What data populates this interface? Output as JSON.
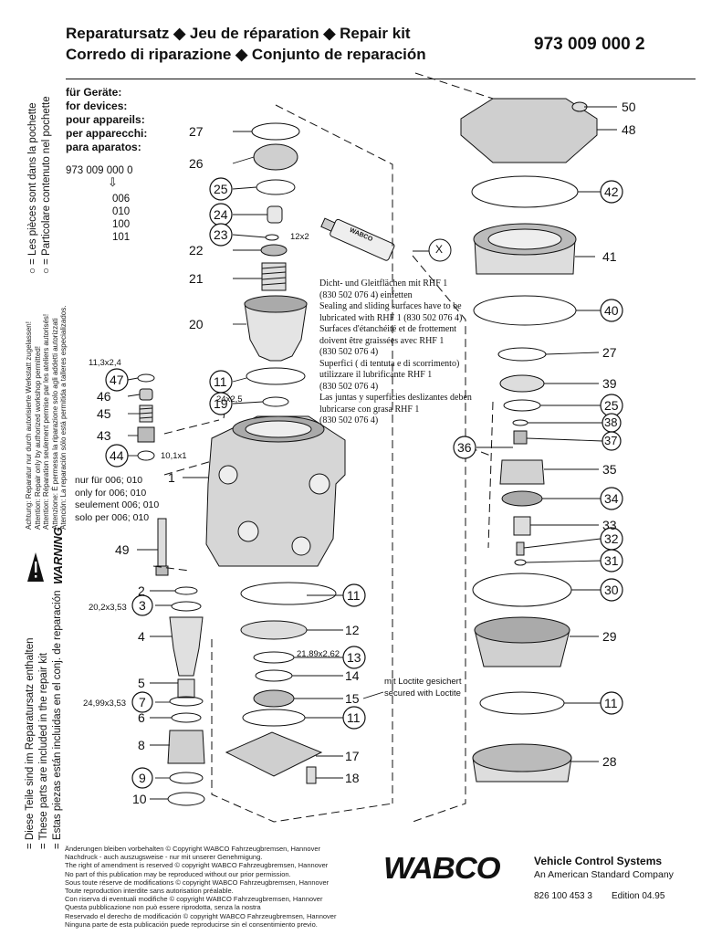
{
  "header": {
    "title_line1": "Reparatursatz ◆ Jeu de réparation ◆ Repair kit",
    "title_line2": "Corredo di riparazione ◆ Conjunto de reparación",
    "part_number": "973 009 000 2"
  },
  "devices": {
    "heading": [
      "für Geräte:",
      "for devices:",
      "pour appareils:",
      "per apparecchi:",
      "para aparatos:"
    ],
    "base": "973 009 000 0",
    "arrow": "⇩",
    "variants": [
      "006",
      "010",
      "100",
      "101"
    ]
  },
  "side_notes": {
    "circle_note": [
      "○ = Les pièces sont dans la pochette",
      "○ = Particolare contenuto nel pochette"
    ],
    "authorized": [
      "Achtung: Reparatur nur durch autorisierte Werkstatt zugelassen!",
      "Attention: Repair only by authorized workshop permitted!",
      "Attention: Réparation seulement permise par les ateliers autorisés!",
      "Attenzione: È permessa la riparazione solo agli addetti autorizzati",
      "Atención: La reparación sólo está permitida a talleres especializados."
    ],
    "warning": "WARNING",
    "included": [
      "= Diese Teile sind im Reparatursatz enthalten",
      "= These parts are included in the repair kit",
      "= Estas piezas están incluidas en el conj. de reparación"
    ]
  },
  "annotations": {
    "kit_note": [
      "Dicht- und Gleitflächen mit  RHF 1",
      "(830 502 076 4) einfetten",
      "Sealing and sliding surfaces have to be",
      "lubricated  with RHF 1  (830 502 076 4)",
      "Surfaces d'étanchéité et de frottement",
      "doivent être graissées avec RHF 1",
      "(830 502 076 4)",
      "Superfici ( di tentuta e di scorrimento)",
      "utilizzare il lubrificante RHF 1",
      "(830 502 076 4)",
      "Las juntas y superficies deslizantes deben",
      "lubricarse con grasa RHF 1",
      "(830 502 076 4)"
    ],
    "only_for": [
      "nur für 006; 010",
      "only for 006; 010",
      "seulement 006; 010",
      "solo per 006; 010"
    ],
    "loctite": [
      "mit Loctite gesichert",
      "secured with Loctite"
    ],
    "tube_brand": "WABCO",
    "x_label": "X",
    "dim_12x2": "12x2",
    "dim_11_3": "11,3x2,4",
    "dim_24": "24x2,5",
    "dim_10_1": "10,1x1",
    "dim_20_2": "20,2x3,53",
    "dim_21_89": "21,89x2,62",
    "dim_24_99": "24,99x3,53"
  },
  "callouts": {
    "left": [
      "27",
      "26",
      "25",
      "24",
      "23",
      "22",
      "21",
      "20",
      "11",
      "19",
      "1",
      "49",
      "2",
      "3",
      "4",
      "5",
      "7",
      "6",
      "8",
      "9",
      "10"
    ],
    "kit": [
      "47",
      "46",
      "45",
      "43",
      "44"
    ],
    "center": [
      "11",
      "12",
      "13",
      "14",
      "15",
      "11",
      "17",
      "18"
    ],
    "right": [
      "50",
      "48",
      "42",
      "41",
      "40",
      "27",
      "39",
      "25",
      "38",
      "37",
      "36",
      "35",
      "34",
      "33",
      "32",
      "31",
      "30",
      "29",
      "11",
      "28"
    ]
  },
  "footer": {
    "legal": [
      "Änderungen bleiben vorbehalten © Copyright  WABCO Fahrzeugbremsen, Hannover",
      "Nachdruck - auch auszugsweise - nur mit unserer Genehmigung.",
      "The right of amendment is reserved © copyright  WABCO Fahrzeugbremsen, Hannover",
      "No part of this publication may be reproduced without our prior permission.",
      "Sous toute réserve de modifications © copyright  WABCO Fahrzeugbremsen, Hannover",
      "Toute reproduction interdite sans autorisation préalable.",
      "Con riserva di eventuali modifiche © copyright  WABCO Fahrzeugbremsen, Hannover",
      "Questa pubblicazione non può essere riprodotta, senza la nostra",
      "Reservado el derecho de modificación © copyright  WABCO Fahrzeugbremsen, Hannover",
      "Ninguna parte de esta publicación puede reproducirse sin el consentimiento previo."
    ],
    "brand": "WABCO",
    "vcs": "Vehicle Control Systems",
    "asc": "An American Standard Company",
    "doc_no": "826 100 453 3",
    "edition": "Edition  04.95"
  },
  "colors": {
    "ink": "#111111",
    "paper": "#ffffff",
    "shade": "#9a9a9a"
  }
}
